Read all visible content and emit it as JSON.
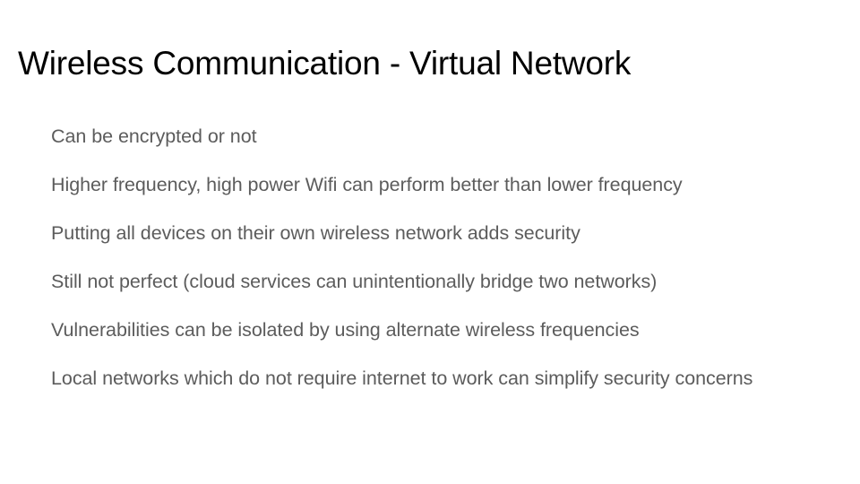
{
  "slide": {
    "title": "Wireless Communication - Virtual Network",
    "background_color": "#ffffff",
    "title_color": "#000000",
    "body_color": "#5c5c5c",
    "bullets": [
      {
        "text": "Can be encrypted or not"
      },
      {
        "text": "Higher frequency, high power Wifi can perform better than lower frequency"
      },
      {
        "text": "Putting all devices on their own wireless network adds security"
      },
      {
        "text": "Still not perfect (cloud services can unintentionally bridge two networks)"
      },
      {
        "text": "Vulnerabilities can be isolated by using alternate wireless frequencies"
      },
      {
        "text": "Local networks which do not require internet to work can simplify security concerns"
      }
    ]
  }
}
